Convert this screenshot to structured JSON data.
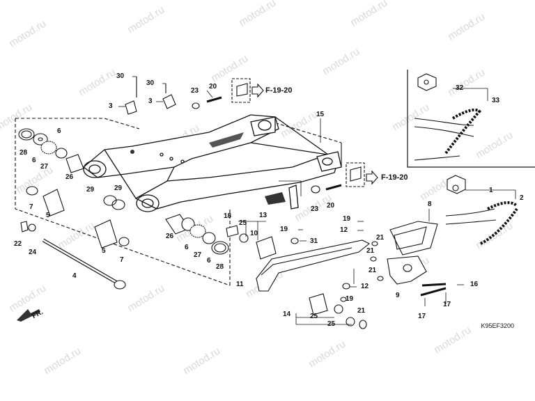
{
  "watermark": "motod.ru",
  "diagram_code": "K95EF3200",
  "direction_label": "FR.",
  "references": [
    {
      "id": "ref-top",
      "text": "F-19-20"
    },
    {
      "id": "ref-mid",
      "text": "F-19-20"
    }
  ],
  "callouts": [
    {
      "id": "c30a",
      "text": "30"
    },
    {
      "id": "c30b",
      "text": "30"
    },
    {
      "id": "c3a",
      "text": "3"
    },
    {
      "id": "c3b",
      "text": "3"
    },
    {
      "id": "c23a",
      "text": "23"
    },
    {
      "id": "c20a",
      "text": "20"
    },
    {
      "id": "c15",
      "text": "15"
    },
    {
      "id": "c6a",
      "text": "6"
    },
    {
      "id": "c28a",
      "text": "28"
    },
    {
      "id": "c6b",
      "text": "6"
    },
    {
      "id": "c27a",
      "text": "27"
    },
    {
      "id": "c26a",
      "text": "26"
    },
    {
      "id": "c7a",
      "text": "7"
    },
    {
      "id": "c5a",
      "text": "5"
    },
    {
      "id": "c29a",
      "text": "29"
    },
    {
      "id": "c29b",
      "text": "29"
    },
    {
      "id": "c22",
      "text": "22"
    },
    {
      "id": "c24",
      "text": "24"
    },
    {
      "id": "c5b",
      "text": "5"
    },
    {
      "id": "c7b",
      "text": "7"
    },
    {
      "id": "c4",
      "text": "4"
    },
    {
      "id": "c26b",
      "text": "26"
    },
    {
      "id": "c6c",
      "text": "6"
    },
    {
      "id": "c27b",
      "text": "27"
    },
    {
      "id": "c6d",
      "text": "6"
    },
    {
      "id": "c28b",
      "text": "28"
    },
    {
      "id": "c23b",
      "text": "23"
    },
    {
      "id": "c20b",
      "text": "20"
    },
    {
      "id": "c13",
      "text": "13"
    },
    {
      "id": "c18",
      "text": "18"
    },
    {
      "id": "c25a",
      "text": "25"
    },
    {
      "id": "c10",
      "text": "10"
    },
    {
      "id": "c19a",
      "text": "19"
    },
    {
      "id": "c31",
      "text": "31"
    },
    {
      "id": "c11",
      "text": "11"
    },
    {
      "id": "c19b",
      "text": "19"
    },
    {
      "id": "c12a",
      "text": "12"
    },
    {
      "id": "c12b",
      "text": "12"
    },
    {
      "id": "c19c",
      "text": "19"
    },
    {
      "id": "c14",
      "text": "14"
    },
    {
      "id": "c25b",
      "text": "25"
    },
    {
      "id": "c25c",
      "text": "25"
    },
    {
      "id": "c21a",
      "text": "21"
    },
    {
      "id": "c32",
      "text": "32"
    },
    {
      "id": "c33",
      "text": "33"
    },
    {
      "id": "c1",
      "text": "1"
    },
    {
      "id": "c2",
      "text": "2"
    },
    {
      "id": "c8",
      "text": "8"
    },
    {
      "id": "c21b",
      "text": "21"
    },
    {
      "id": "c21c",
      "text": "21"
    },
    {
      "id": "c21d",
      "text": "21"
    },
    {
      "id": "c9",
      "text": "9"
    },
    {
      "id": "c16",
      "text": "16"
    },
    {
      "id": "c17a",
      "text": "17"
    },
    {
      "id": "c17b",
      "text": "17"
    }
  ]
}
